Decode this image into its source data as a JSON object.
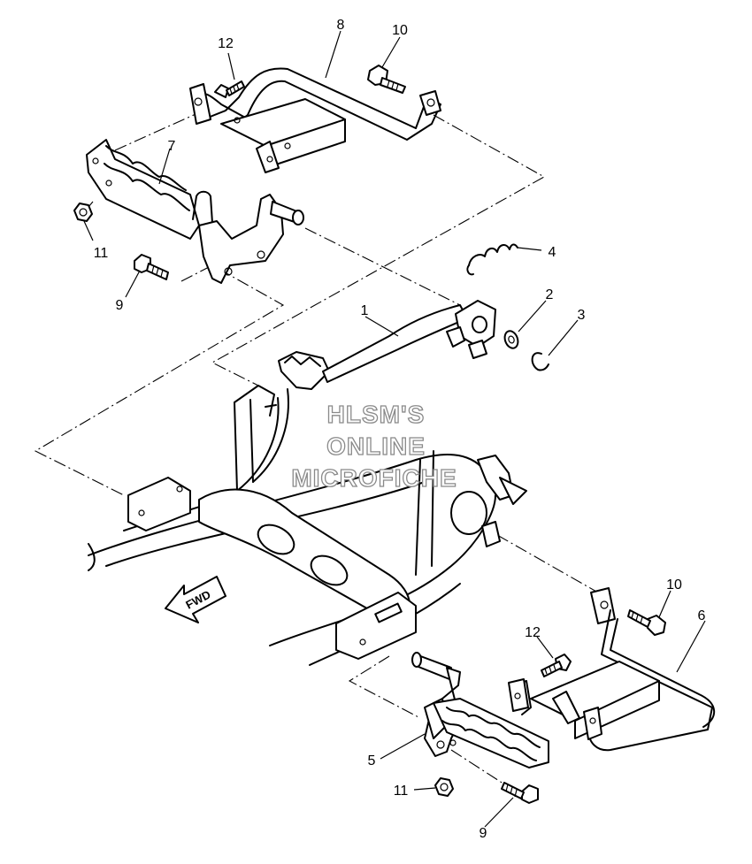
{
  "watermark": {
    "line1": "HLSM'S",
    "line2": "ONLINE",
    "line3": "MICROFICHE"
  },
  "direction_label": "FWD",
  "callouts": {
    "c1": "1",
    "c2": "2",
    "c3": "3",
    "c4": "4",
    "c5": "5",
    "c6": "6",
    "c7": "7",
    "c8": "8",
    "c9_upper": "9",
    "c9_lower": "9",
    "c10_upper": "10",
    "c10_lower": "10",
    "c11_upper": "11",
    "c11_lower": "11",
    "c12_upper": "12",
    "c12_lower": "12"
  }
}
